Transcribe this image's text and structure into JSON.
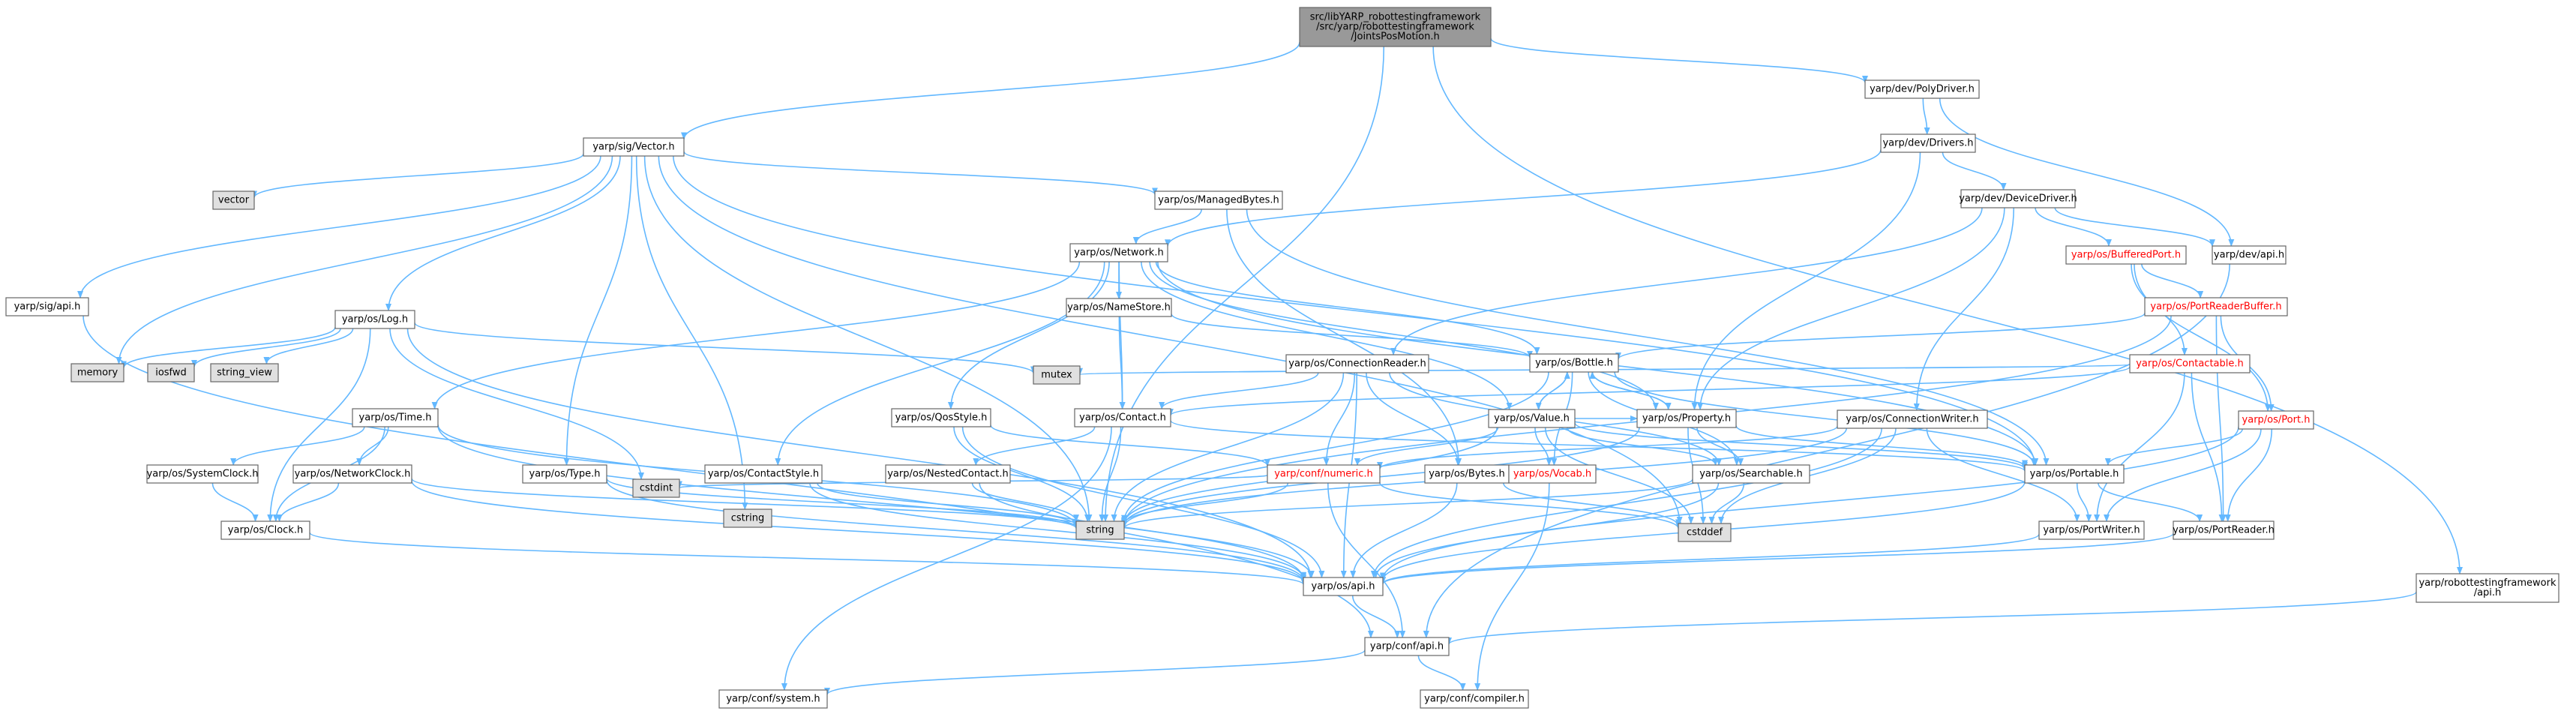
{
  "colors": {
    "edge": "#63b8ff",
    "node_fill": "#ffffff",
    "node_stroke": "#666666",
    "root_fill": "#999999",
    "system_fill": "#e0e0e0",
    "incomplete_text": "#ff0000"
  },
  "nodes": [
    {
      "id": "root",
      "lines": [
        "src/libYARP_robottestingframework",
        "/src/yarp/robottestingframework",
        "/JointsPosMotion.h"
      ],
      "style": "root"
    },
    {
      "id": "vector",
      "lines": [
        "yarp/sig/Vector.h"
      ],
      "style": "normal"
    },
    {
      "id": "polydriver",
      "lines": [
        "yarp/dev/PolyDriver.h"
      ],
      "style": "normal"
    },
    {
      "id": "rtf_api",
      "lines": [
        "yarp/robottestingframework",
        "/api.h"
      ],
      "style": "normal"
    },
    {
      "id": "sig_api",
      "lines": [
        "yarp/sig/api.h"
      ],
      "style": "normal"
    },
    {
      "id": "std_vector",
      "lines": [
        "vector"
      ],
      "style": "system"
    },
    {
      "id": "managedbytes",
      "lines": [
        "yarp/os/ManagedBytes.h"
      ],
      "style": "normal"
    },
    {
      "id": "drivers",
      "lines": [
        "yarp/dev/Drivers.h"
      ],
      "style": "normal"
    },
    {
      "id": "devicedriver",
      "lines": [
        "yarp/dev/DeviceDriver.h"
      ],
      "style": "normal"
    },
    {
      "id": "network",
      "lines": [
        "yarp/os/Network.h"
      ],
      "style": "normal"
    },
    {
      "id": "bufferedport",
      "lines": [
        "yarp/os/BufferedPort.h"
      ],
      "style": "red"
    },
    {
      "id": "dev_api",
      "lines": [
        "yarp/dev/api.h"
      ],
      "style": "normal"
    },
    {
      "id": "namestore",
      "lines": [
        "yarp/os/NameStore.h"
      ],
      "style": "normal"
    },
    {
      "id": "portreaderbuffer",
      "lines": [
        "yarp/os/PortReaderBuffer.h"
      ],
      "style": "red"
    },
    {
      "id": "log",
      "lines": [
        "yarp/os/Log.h"
      ],
      "style": "normal"
    },
    {
      "id": "connectionreader",
      "lines": [
        "yarp/os/ConnectionReader.h"
      ],
      "style": "normal"
    },
    {
      "id": "bottle",
      "lines": [
        "yarp/os/Bottle.h"
      ],
      "style": "normal"
    },
    {
      "id": "contactable",
      "lines": [
        "yarp/os/Contactable.h"
      ],
      "style": "red"
    },
    {
      "id": "memory",
      "lines": [
        "memory"
      ],
      "style": "system"
    },
    {
      "id": "iosfwd",
      "lines": [
        "iosfwd"
      ],
      "style": "system"
    },
    {
      "id": "string_view",
      "lines": [
        "string_view"
      ],
      "style": "system"
    },
    {
      "id": "mutex",
      "lines": [
        "mutex"
      ],
      "style": "system"
    },
    {
      "id": "time",
      "lines": [
        "yarp/os/Time.h"
      ],
      "style": "normal"
    },
    {
      "id": "qosstyle",
      "lines": [
        "yarp/os/QosStyle.h"
      ],
      "style": "normal"
    },
    {
      "id": "contact",
      "lines": [
        "yarp/os/Contact.h"
      ],
      "style": "normal"
    },
    {
      "id": "value",
      "lines": [
        "yarp/os/Value.h"
      ],
      "style": "normal"
    },
    {
      "id": "property",
      "lines": [
        "yarp/os/Property.h"
      ],
      "style": "normal"
    },
    {
      "id": "connectionwriter",
      "lines": [
        "yarp/os/ConnectionWriter.h"
      ],
      "style": "normal"
    },
    {
      "id": "port",
      "lines": [
        "yarp/os/Port.h"
      ],
      "style": "red"
    },
    {
      "id": "systemclock",
      "lines": [
        "yarp/os/SystemClock.h"
      ],
      "style": "normal"
    },
    {
      "id": "networkclock",
      "lines": [
        "yarp/os/NetworkClock.h"
      ],
      "style": "normal"
    },
    {
      "id": "type",
      "lines": [
        "yarp/os/Type.h"
      ],
      "style": "normal"
    },
    {
      "id": "contactstyle",
      "lines": [
        "yarp/os/ContactStyle.h"
      ],
      "style": "normal"
    },
    {
      "id": "nestedcontact",
      "lines": [
        "yarp/os/NestedContact.h"
      ],
      "style": "normal"
    },
    {
      "id": "numeric",
      "lines": [
        "yarp/conf/numeric.h"
      ],
      "style": "red"
    },
    {
      "id": "bytes",
      "lines": [
        "yarp/os/Bytes.h"
      ],
      "style": "normal"
    },
    {
      "id": "vocab",
      "lines": [
        "yarp/os/Vocab.h"
      ],
      "style": "red"
    },
    {
      "id": "searchable",
      "lines": [
        "yarp/os/Searchable.h"
      ],
      "style": "normal"
    },
    {
      "id": "portable",
      "lines": [
        "yarp/os/Portable.h"
      ],
      "style": "normal"
    },
    {
      "id": "clock",
      "lines": [
        "yarp/os/Clock.h"
      ],
      "style": "normal"
    },
    {
      "id": "cstdint",
      "lines": [
        "cstdint"
      ],
      "style": "system"
    },
    {
      "id": "cstring",
      "lines": [
        "cstring"
      ],
      "style": "system"
    },
    {
      "id": "string",
      "lines": [
        "string"
      ],
      "style": "system"
    },
    {
      "id": "cstddef",
      "lines": [
        "cstddef"
      ],
      "style": "system"
    },
    {
      "id": "portwriter",
      "lines": [
        "yarp/os/PortWriter.h"
      ],
      "style": "normal"
    },
    {
      "id": "portreader",
      "lines": [
        "yarp/os/PortReader.h"
      ],
      "style": "normal"
    },
    {
      "id": "os_api",
      "lines": [
        "yarp/os/api.h"
      ],
      "style": "normal"
    },
    {
      "id": "conf_api",
      "lines": [
        "yarp/conf/api.h"
      ],
      "style": "normal"
    },
    {
      "id": "conf_system",
      "lines": [
        "yarp/conf/system.h"
      ],
      "style": "normal"
    },
    {
      "id": "conf_compiler",
      "lines": [
        "yarp/conf/compiler.h"
      ],
      "style": "normal"
    }
  ],
  "edges": [
    [
      "root",
      "vector"
    ],
    [
      "root",
      "polydriver"
    ],
    [
      "root",
      "rtf_api"
    ],
    [
      "root",
      "string"
    ],
    [
      "vector",
      "sig_api"
    ],
    [
      "vector",
      "std_vector"
    ],
    [
      "vector",
      "memory"
    ],
    [
      "vector",
      "log"
    ],
    [
      "vector",
      "managedbytes"
    ],
    [
      "vector",
      "type"
    ],
    [
      "vector",
      "portable"
    ],
    [
      "vector",
      "cstring"
    ],
    [
      "vector",
      "string"
    ],
    [
      "vector",
      "cstddef"
    ],
    [
      "polydriver",
      "drivers"
    ],
    [
      "polydriver",
      "dev_api"
    ],
    [
      "rtf_api",
      "conf_api"
    ],
    [
      "sig_api",
      "conf_api"
    ],
    [
      "drivers",
      "network"
    ],
    [
      "drivers",
      "devicedriver"
    ],
    [
      "drivers",
      "property"
    ],
    [
      "devicedriver",
      "bufferedport"
    ],
    [
      "devicedriver",
      "dev_api"
    ],
    [
      "devicedriver",
      "connectionreader"
    ],
    [
      "devicedriver",
      "connectionwriter"
    ],
    [
      "devicedriver",
      "property"
    ],
    [
      "dev_api",
      "conf_api"
    ],
    [
      "managedbytes",
      "network"
    ],
    [
      "managedbytes",
      "bytes"
    ],
    [
      "managedbytes",
      "portable"
    ],
    [
      "network",
      "namestore"
    ],
    [
      "network",
      "time"
    ],
    [
      "network",
      "qosstyle"
    ],
    [
      "network",
      "contactstyle"
    ],
    [
      "network",
      "contact"
    ],
    [
      "network",
      "value"
    ],
    [
      "network",
      "property"
    ],
    [
      "network",
      "portable"
    ],
    [
      "network",
      "bottle"
    ],
    [
      "namestore",
      "contact"
    ],
    [
      "namestore",
      "bottle"
    ],
    [
      "bufferedport",
      "portreaderbuffer"
    ],
    [
      "bufferedport",
      "contactable"
    ],
    [
      "bufferedport",
      "port"
    ],
    [
      "portreaderbuffer",
      "port"
    ],
    [
      "portreaderbuffer",
      "bottle"
    ],
    [
      "portreaderbuffer",
      "portreader"
    ],
    [
      "portreaderbuffer",
      "string"
    ],
    [
      "contactable",
      "contact"
    ],
    [
      "contactable",
      "portwriter"
    ],
    [
      "contactable",
      "portreader"
    ],
    [
      "contactable",
      "mutex"
    ],
    [
      "log",
      "memory"
    ],
    [
      "log",
      "iosfwd"
    ],
    [
      "log",
      "string_view"
    ],
    [
      "log",
      "mutex"
    ],
    [
      "log",
      "clock"
    ],
    [
      "log",
      "cstdint"
    ],
    [
      "log",
      "os_api"
    ],
    [
      "connectionreader",
      "contact"
    ],
    [
      "connectionreader",
      "bytes"
    ],
    [
      "connectionreader",
      "numeric"
    ],
    [
      "connectionreader",
      "searchable"
    ],
    [
      "connectionreader",
      "string"
    ],
    [
      "connectionreader",
      "os_api"
    ],
    [
      "bottle",
      "value"
    ],
    [
      "bottle",
      "property"
    ],
    [
      "bottle",
      "portable"
    ],
    [
      "bottle",
      "searchable"
    ],
    [
      "bottle",
      "string"
    ],
    [
      "bottle",
      "vocab"
    ],
    [
      "time",
      "systemclock"
    ],
    [
      "time",
      "networkclock"
    ],
    [
      "time",
      "clock"
    ],
    [
      "time",
      "string"
    ],
    [
      "time",
      "os_api"
    ],
    [
      "qosstyle",
      "numeric"
    ],
    [
      "qosstyle",
      "string"
    ],
    [
      "qosstyle",
      "os_api"
    ],
    [
      "contact",
      "nestedcontact"
    ],
    [
      "contact",
      "string"
    ],
    [
      "contact",
      "portable"
    ],
    [
      "contact",
      "conf_system"
    ],
    [
      "value",
      "bottle"
    ],
    [
      "value",
      "property"
    ],
    [
      "value",
      "numeric"
    ],
    [
      "value",
      "vocab"
    ],
    [
      "value",
      "searchable"
    ],
    [
      "value",
      "portable"
    ],
    [
      "value",
      "string"
    ],
    [
      "value",
      "cstddef"
    ],
    [
      "property",
      "searchable"
    ],
    [
      "property",
      "portable"
    ],
    [
      "property",
      "string"
    ],
    [
      "property",
      "bottle"
    ],
    [
      "property",
      "cstddef"
    ],
    [
      "connectionwriter",
      "portwriter"
    ],
    [
      "connectionwriter",
      "os_api"
    ],
    [
      "connectionwriter",
      "string"
    ],
    [
      "connectionwriter",
      "numeric"
    ],
    [
      "connectionwriter",
      "cstddef"
    ],
    [
      "port",
      "portable"
    ],
    [
      "port",
      "portwriter"
    ],
    [
      "port",
      "portreader"
    ],
    [
      "port",
      "os_api"
    ],
    [
      "systemclock",
      "clock"
    ],
    [
      "networkclock",
      "clock"
    ],
    [
      "networkclock",
      "os_api"
    ],
    [
      "networkclock",
      "string"
    ],
    [
      "type",
      "os_api"
    ],
    [
      "type",
      "string"
    ],
    [
      "contactstyle",
      "os_api"
    ],
    [
      "contactstyle",
      "string"
    ],
    [
      "nestedcontact",
      "os_api"
    ],
    [
      "nestedcontact",
      "string"
    ],
    [
      "numeric",
      "conf_api"
    ],
    [
      "numeric",
      "string"
    ],
    [
      "numeric",
      "cstdint"
    ],
    [
      "numeric",
      "cstddef"
    ],
    [
      "bytes",
      "os_api"
    ],
    [
      "bytes",
      "cstddef"
    ],
    [
      "searchable",
      "os_api"
    ],
    [
      "searchable",
      "string"
    ],
    [
      "searchable",
      "cstddef"
    ],
    [
      "portable",
      "portwriter"
    ],
    [
      "portable",
      "portreader"
    ],
    [
      "portable",
      "os_api"
    ],
    [
      "clock",
      "os_api"
    ],
    [
      "portwriter",
      "os_api"
    ],
    [
      "portreader",
      "os_api"
    ],
    [
      "os_api",
      "conf_api"
    ],
    [
      "conf_api",
      "conf_system"
    ],
    [
      "conf_api",
      "conf_compiler"
    ],
    [
      "vocab",
      "conf_compiler"
    ]
  ]
}
